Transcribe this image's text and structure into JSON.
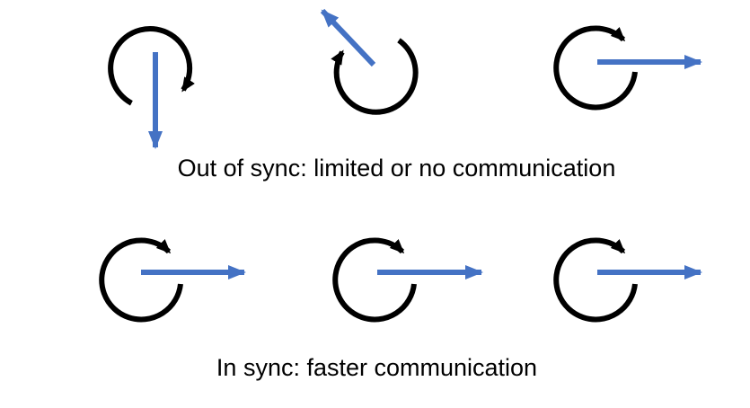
{
  "captions": {
    "out_of_sync": "Out of sync: limited or no communication",
    "in_sync": "In sync: faster communication"
  },
  "colors": {
    "circle": "#000000",
    "arrow": "#4472C4",
    "background": "#ffffff"
  },
  "rows": {
    "out_of_sync": [
      {
        "phase_icon": "circular-arrow-icon",
        "vector_direction": "down"
      },
      {
        "phase_icon": "circular-arrow-icon",
        "vector_direction": "up-left"
      },
      {
        "phase_icon": "circular-arrow-icon",
        "vector_direction": "right"
      }
    ],
    "in_sync": [
      {
        "phase_icon": "circular-arrow-icon",
        "vector_direction": "right"
      },
      {
        "phase_icon": "circular-arrow-icon",
        "vector_direction": "right"
      },
      {
        "phase_icon": "circular-arrow-icon",
        "vector_direction": "right"
      }
    ]
  }
}
